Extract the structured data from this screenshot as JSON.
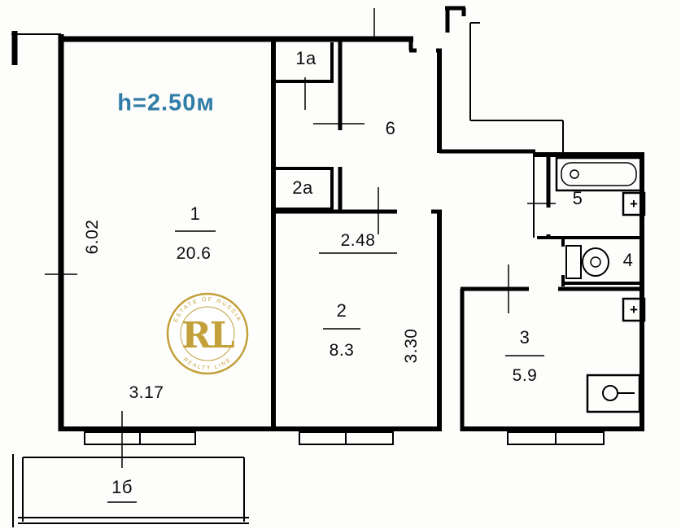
{
  "plan": {
    "ceiling_height": "h=2.50м",
    "rooms": {
      "r1": {
        "number": "1",
        "area": "20.6"
      },
      "r1a": {
        "number": "1a"
      },
      "r1b": {
        "number": "1б"
      },
      "r2": {
        "number": "2",
        "area": "8.3"
      },
      "r2a": {
        "number": "2a"
      },
      "r3": {
        "number": "3",
        "area": "5.9"
      },
      "r4": {
        "number": "4"
      },
      "r5": {
        "number": "5"
      },
      "r6": {
        "number": "6"
      }
    },
    "dimensions": {
      "room1_width": "3.17",
      "room1_depth": "6.02",
      "room2_width": "2.48",
      "room2_depth": "3.30"
    },
    "vent_symbol": "+",
    "watermark": {
      "monogram": "RL",
      "arc_top": "ESTATE OF RUSSIA",
      "arc_bottom": "REALTY LINE"
    },
    "colors": {
      "wall": "#000000",
      "height_label": "#2f7ca6",
      "watermark_gold": "#c2a03a",
      "background": "#ffffff"
    }
  }
}
